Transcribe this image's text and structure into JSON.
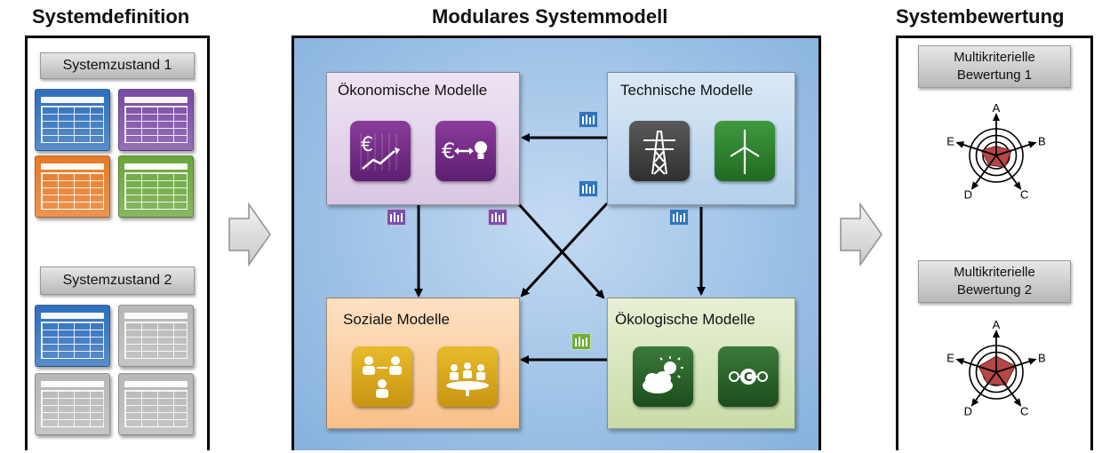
{
  "sections": {
    "left_title": "Systemdefinition",
    "center_title": "Modulares Systemmodell",
    "right_title": "Systembewertung"
  },
  "system_states": [
    {
      "label": "Systemzustand 1",
      "tables": [
        "#2f6fbd",
        "#7a4ba3",
        "#e67a27",
        "#6aa63c"
      ]
    },
    {
      "label": "Systemzustand 2",
      "tables": [
        "#2f6fbd",
        "#b7b7b7",
        "#b7b7b7",
        "#b7b7b7"
      ]
    }
  ],
  "models": {
    "oekonomisch": {
      "title": "Ökonomische Modelle",
      "color": "#e4d5ea",
      "icons": [
        "euro-chart-icon",
        "euro-bulb-icon"
      ]
    },
    "technisch": {
      "title": "Technische Modelle",
      "color": "#c9dcf0",
      "icons": [
        "power-pylon-icon",
        "wind-turbine-icon"
      ]
    },
    "sozial": {
      "title": "Soziale Modelle",
      "color": "#fbd2a8",
      "icons": [
        "people-group-icon",
        "meeting-table-icon"
      ]
    },
    "oekologisch": {
      "title": "Ökologische Modelle",
      "color": "#dde9c4",
      "icons": [
        "cloud-sun-icon",
        "co2-icon"
      ]
    }
  },
  "evaluations": [
    {
      "label_line1": "Multikriterielle",
      "label_line2": "Bewertung 1",
      "axes": [
        "A",
        "B",
        "C",
        "D",
        "E"
      ],
      "values": [
        0.35,
        0.6,
        0.55,
        0.45,
        0.6
      ]
    },
    {
      "label_line1": "Multikriterielle",
      "label_line2": "Bewertung 2",
      "axes": [
        "A",
        "B",
        "C",
        "D",
        "E"
      ],
      "values": [
        0.6,
        0.75,
        0.6,
        0.55,
        0.7
      ]
    }
  ],
  "colors": {
    "center_panel_bg": "#9cc1e6",
    "purple_badge": "#7b4fa8",
    "blue_badge": "#2f74bd",
    "green_badge": "#6fae3c",
    "radar_fill": "#b54747"
  }
}
